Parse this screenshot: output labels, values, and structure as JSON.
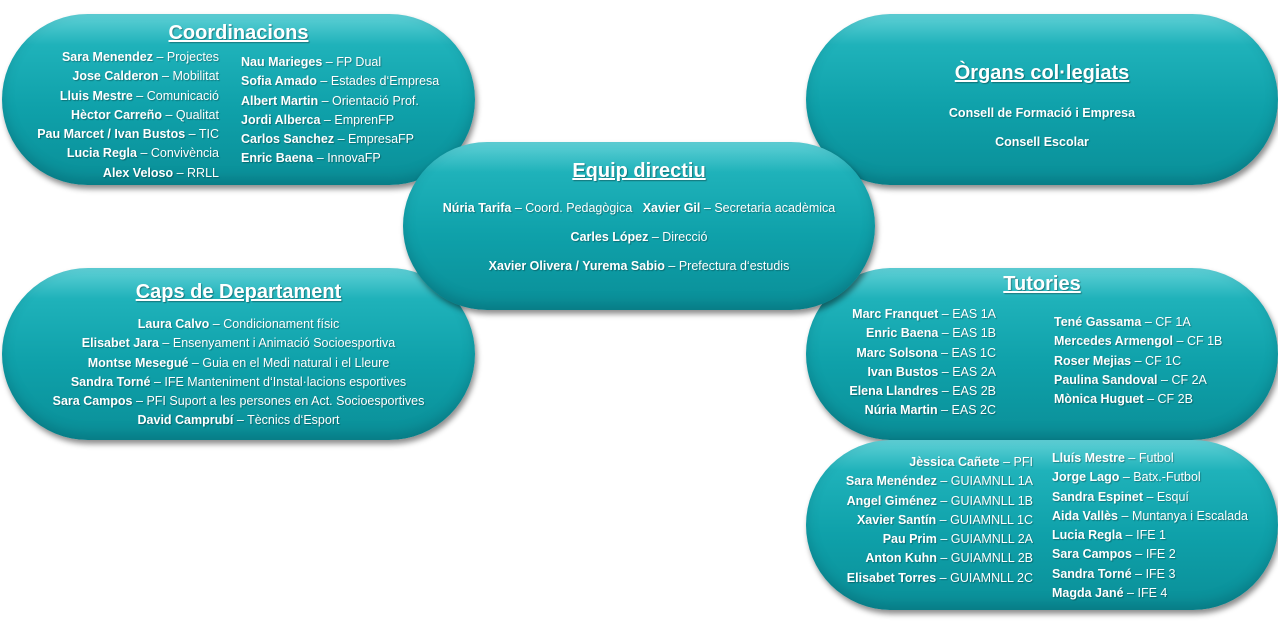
{
  "separator": "–",
  "coordinacions": {
    "title": "Coordinacions",
    "left": [
      {
        "name": "Sara Menendez",
        "role": "Projectes"
      },
      {
        "name": "Jose Calderon",
        "role": "Mobilitat"
      },
      {
        "name": "Lluis Mestre",
        "role": "Comunicació"
      },
      {
        "name": "Hèctor Carreño",
        "role": "Qualitat"
      },
      {
        "name": "Pau Marcet / Ivan Bustos",
        "role": "TIC"
      },
      {
        "name": "Lucia Regla",
        "role": "Convivència"
      },
      {
        "name": "Alex Veloso",
        "role": "RRLL"
      }
    ],
    "right": [
      {
        "name": "Nau Marieges",
        "role": "FP Dual"
      },
      {
        "name": "Sofia Amado",
        "role": "Estades d‘Empresa"
      },
      {
        "name": "Albert Martin",
        "role": "Orientació Prof."
      },
      {
        "name": "Jordi Alberca",
        "role": "EmprenFP"
      },
      {
        "name": "Carlos Sanchez",
        "role": "EmpresaFP"
      },
      {
        "name": "Enric Baena",
        "role": "InnovaFP"
      }
    ]
  },
  "organs": {
    "title": "Òrgans col·legiats",
    "items": [
      "Consell de Formació i Empresa",
      "Consell Escolar"
    ]
  },
  "equip": {
    "title": "Equip directiu",
    "lines": [
      [
        {
          "name": "Núria Tarifa",
          "role": "Coord. Pedagògica"
        },
        {
          "name": "Xavier Gil",
          "role": "Secretaria acadèmica"
        }
      ],
      [
        {
          "name": "Carles López",
          "role": "Direcció"
        }
      ],
      [
        {
          "name": "Xavier Olivera / Yurema Sabio",
          "role": "Prefectura d‘estudis"
        }
      ]
    ]
  },
  "caps": {
    "title": "Caps de Departament",
    "items": [
      {
        "name": "Laura Calvo",
        "role": "Condicionament físic"
      },
      {
        "name": "Elisabet Jara",
        "role": "Ensenyament i Animació Socioesportiva"
      },
      {
        "name": "Montse Mesegué",
        "role": "Guia en el Medi natural i el Lleure"
      },
      {
        "name": "Sandra Torné",
        "role": "IFE Manteniment d‘Instal·lacions esportives"
      },
      {
        "name": "Sara Campos",
        "role": "PFI Suport a les persones en Act. Socioesportives"
      },
      {
        "name": "David Camprubí",
        "role": "Tècnics d‘Esport"
      }
    ]
  },
  "tutories": {
    "title": "Tutories",
    "left": [
      {
        "name": "Marc Franquet",
        "role": "EAS 1A"
      },
      {
        "name": "Enric Baena",
        "role": "EAS 1B"
      },
      {
        "name": "Marc Solsona",
        "role": "EAS 1C"
      },
      {
        "name": "Ivan Bustos",
        "role": "EAS 2A"
      },
      {
        "name": "Elena Llandres",
        "role": "EAS 2B"
      },
      {
        "name": "Núria Martin",
        "role": "EAS 2C"
      }
    ],
    "right": [
      {
        "name": "Tené Gassama",
        "role": "CF 1A"
      },
      {
        "name": "Mercedes Armengol",
        "role": "CF 1B"
      },
      {
        "name": "Roser Mejias",
        "role": "CF 1C"
      },
      {
        "name": "Paulina Sandoval",
        "role": "CF 2A"
      },
      {
        "name": "Mònica Huguet",
        "role": "CF 2B"
      }
    ]
  },
  "tutories2": {
    "left": [
      {
        "name": "Jèssica Cañete",
        "role": "PFI"
      },
      {
        "name": "Sara Menéndez",
        "role": "GUIAMNLL 1A"
      },
      {
        "name": "Angel Giménez",
        "role": "GUIAMNLL 1B"
      },
      {
        "name": "Xavier Santín",
        "role": "GUIAMNLL 1C"
      },
      {
        "name": "Pau Prim",
        "role": "GUIAMNLL 2A"
      },
      {
        "name": "Anton Kuhn",
        "role": "GUIAMNLL 2B"
      },
      {
        "name": "Elisabet Torres",
        "role": "GUIAMNLL 2C"
      }
    ],
    "right": [
      {
        "name": "Lluís Mestre",
        "role": "Futbol"
      },
      {
        "name": "Jorge Lago",
        "role": "Batx.-Futbol"
      },
      {
        "name": "Sandra Espinet",
        "role": "Esquí"
      },
      {
        "name": "Aida Vallès",
        "role": "Muntanya i Escalada"
      },
      {
        "name": "Lucia Regla",
        "role": "IFE 1"
      },
      {
        "name": "Sara Campos",
        "role": "IFE 2"
      },
      {
        "name": "Sandra Torné",
        "role": "IFE 3"
      },
      {
        "name": "Magda Jané",
        "role": "IFE 4"
      }
    ]
  }
}
